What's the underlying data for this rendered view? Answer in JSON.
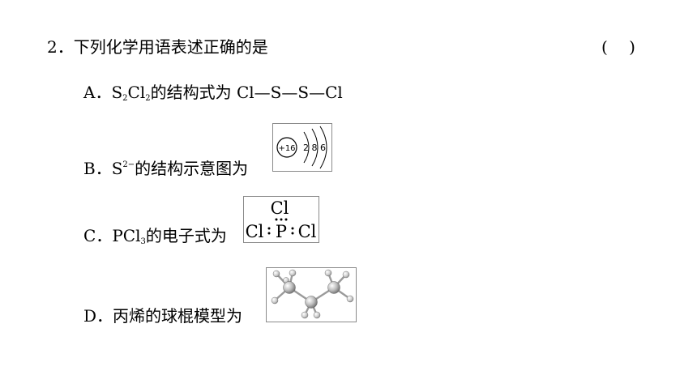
{
  "question": {
    "number": "2．",
    "stem": "下列化学用语表述正确的是",
    "paren": "(　 )"
  },
  "options": {
    "A": {
      "label": "A．",
      "pre": "S",
      "sub1": "2",
      "mid": "Cl",
      "sub2": "2",
      "post": "的结构式为 Cl—S—S—Cl"
    },
    "B": {
      "label": "B．",
      "pre": "S",
      "sup": "2−",
      "post": "的结构示意图为",
      "figure": {
        "nucleus": "+16",
        "shells": "2 8 6"
      }
    },
    "C": {
      "label": "C．",
      "pre": "PCl",
      "sub": "3",
      "post": "的电子式为",
      "figure": {
        "top": "Cl",
        "left": "Cl",
        "center": "P",
        "right": "Cl"
      }
    },
    "D": {
      "label": "D．",
      "text": "丙烯的球棍模型为"
    }
  }
}
